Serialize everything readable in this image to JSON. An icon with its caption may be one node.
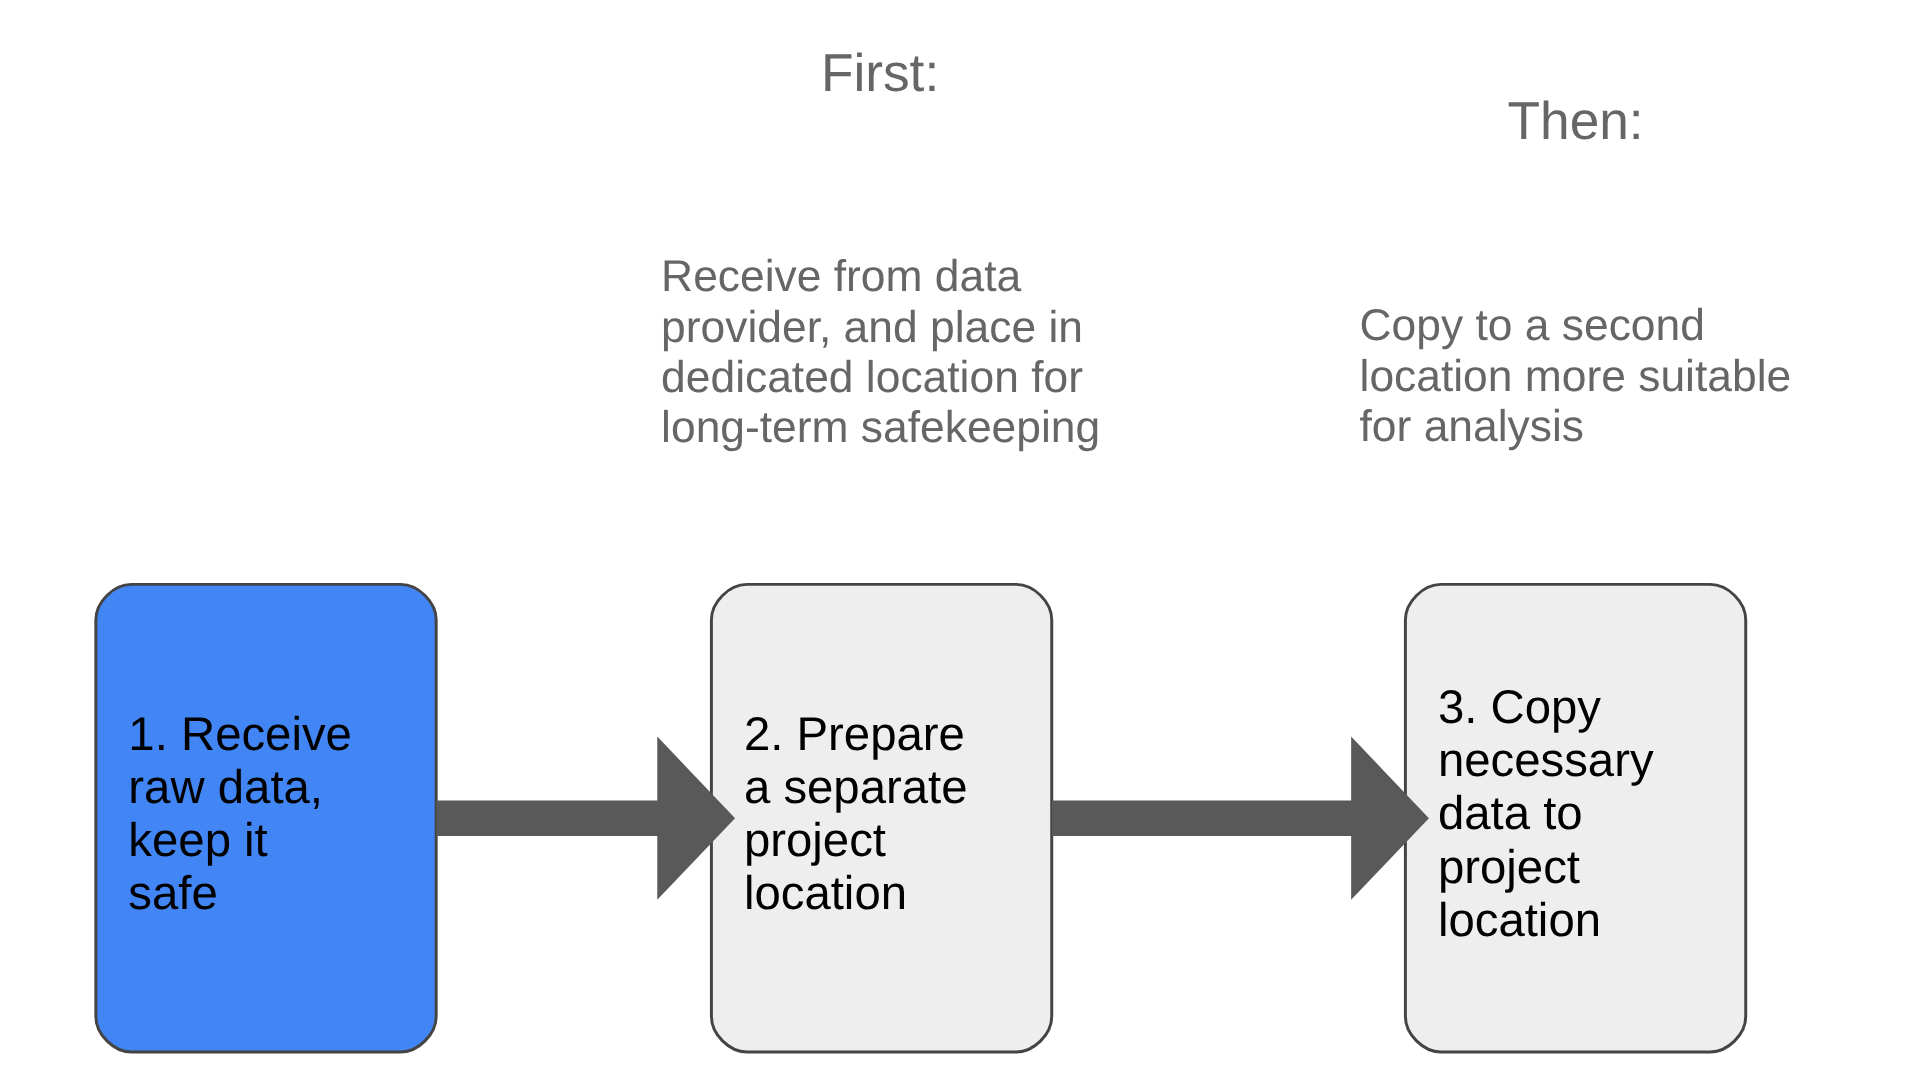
{
  "diagram": {
    "nodes": [
      {
        "text": [
          "1. Receive raw data, keep it safe"
        ]
      },
      {
        "text": [
          "2. Prepare a separate project location"
        ]
      },
      {
        "text": [
          "3. Copy necessary data to project location"
        ]
      }
    ],
    "edges": [
      {
        "from": 0,
        "to": 1,
        "arrow": "to"
      },
      {
        "from": 1,
        "to": 2,
        "arrow": "to"
      }
    ],
    "labels": [
      "First:",
      "Receive from data provider, and place in dedicated location for long-term safekeeping",
      "Then:",
      "Copy to a second location more suitable for analysis"
    ]
  }
}
